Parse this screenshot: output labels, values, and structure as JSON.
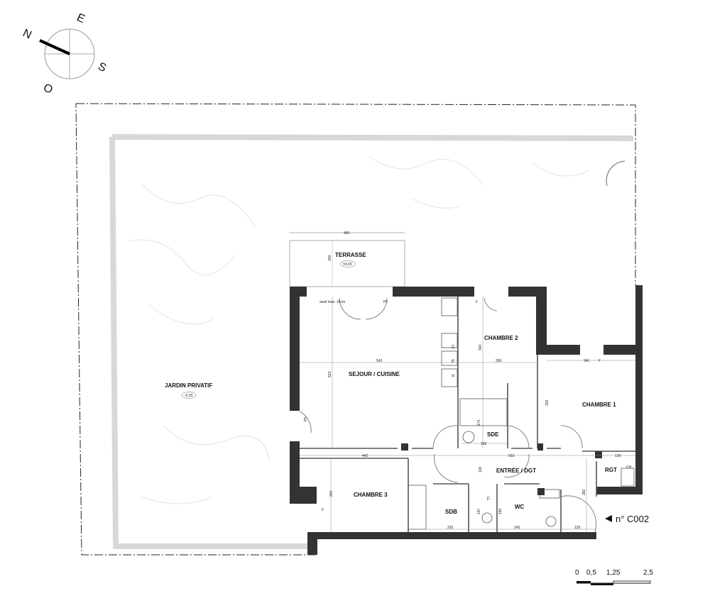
{
  "compass": {
    "n": "N",
    "e": "E",
    "s": "S",
    "o": "O"
  },
  "unit": {
    "label": "n° C002"
  },
  "rooms": {
    "terrasse": "TERRASSE",
    "sejour": "SEJOUR / CUISINE",
    "chambre1": "CHAMBRE 1",
    "chambre2": "CHAMBRE 2",
    "chambre3": "CHAMBRE 3",
    "sde": "SDE",
    "sdb": "SDB",
    "wc": "WC",
    "entree": "ENTRÉE / DGT",
    "rgt": "RGT",
    "jardin": "JARDIN PRIVATIF"
  },
  "levels": {
    "terrasse": "±0.00",
    "jardin": "-0.20"
  },
  "dims": {
    "d460": "460",
    "d200": "200",
    "d543": "543",
    "d523": "523",
    "d344": "344",
    "d260": "260",
    "d341": "341",
    "d303": "303",
    "d174": "174",
    "d160": "160",
    "d442": "442",
    "d563": "563",
    "d120": "120",
    "d139": "139",
    "d262": "262",
    "d292": "292",
    "d157": "157",
    "d145": "145",
    "d126": "126",
    "d282": "282",
    "d150": "150"
  },
  "labels": {
    "pf1": "PF",
    "pf2": "PF",
    "f1": "F",
    "f2": "F",
    "f3": "F",
    "lv": "LV",
    "sl": "SL",
    "r": "R",
    "ll": "LL",
    "ch": "CH",
    "seuil": "seuil max. 15cm"
  },
  "scale": {
    "t0": "0",
    "t1": "0,5",
    "t2": "1,25",
    "t3": "2,5"
  }
}
